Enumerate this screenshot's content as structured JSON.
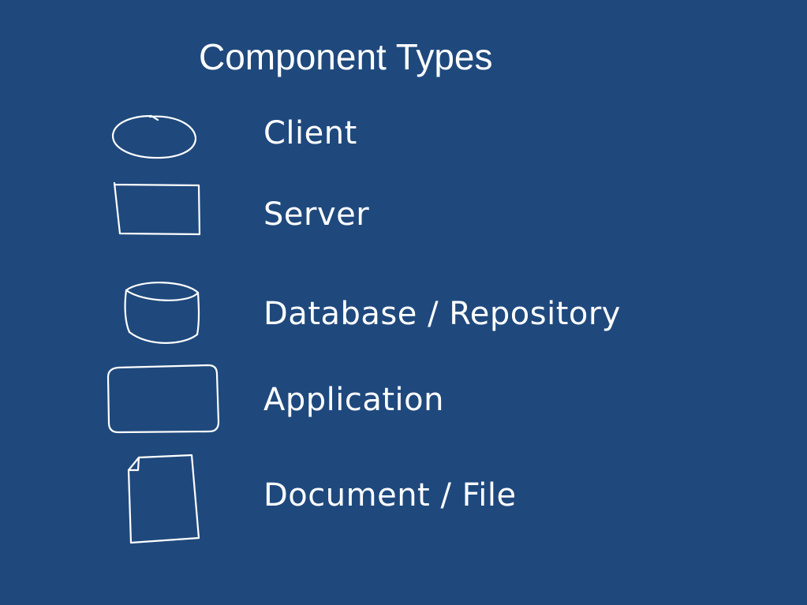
{
  "slide": {
    "title": "Component Types",
    "background_color": "#1f497d",
    "text_color": "#ffffff"
  },
  "legend": [
    {
      "shape": "ellipse",
      "icon": "client-ellipse-icon",
      "label": "Client"
    },
    {
      "shape": "rectangle",
      "icon": "server-rectangle-icon",
      "label": "Server"
    },
    {
      "shape": "cylinder",
      "icon": "database-cylinder-icon",
      "label": "Database / Repository"
    },
    {
      "shape": "rounded-rectangle",
      "icon": "application-rounded-rectangle-icon",
      "label": "Application"
    },
    {
      "shape": "page-folded-corner",
      "icon": "document-page-icon",
      "label": "Document / File"
    }
  ]
}
